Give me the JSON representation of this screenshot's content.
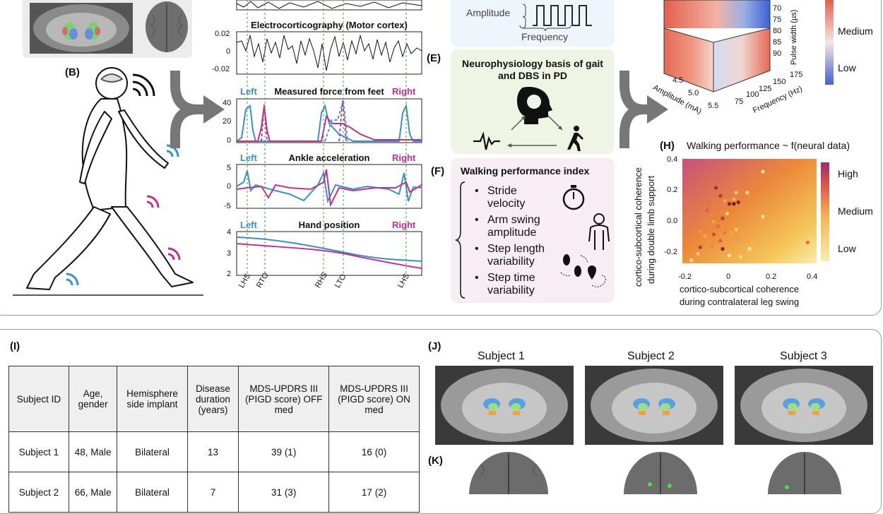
{
  "panel_labels": {
    "B": "(B)",
    "E": "(E)",
    "F": "(F)",
    "H": "(H)",
    "I": "(I)",
    "J": "(J)",
    "K": "(K)"
  },
  "signals": {
    "ecog_title": "Electrocorticography (Motor cortex)",
    "ecog_yticks": [
      "0.02",
      "0",
      "-0.02"
    ],
    "force_title": "Measured force from feet",
    "force_yticks": [
      "40",
      "20",
      "0"
    ],
    "accel_title": "Ankle acceleration",
    "accel_yticks": [
      "5",
      "0",
      "-5"
    ],
    "hand_title": "Hand position",
    "hand_yticks": [
      "4",
      "3",
      "2"
    ],
    "left": "Left",
    "right": "Right",
    "events": [
      "LHS",
      "RTO",
      "RHS",
      "LTO",
      "LHS"
    ]
  },
  "stim": {
    "amplitude": "Amplitude",
    "frequency": "Frequency"
  },
  "neuro": {
    "title": "Neurophysiology basis of gait and DBS in PD"
  },
  "wpi": {
    "title": "Walking performance index",
    "items": [
      "Stride velocity",
      "Arm swing amplitude",
      "Step length variability",
      "Step time variability"
    ]
  },
  "cube": {
    "ylabel": "Pulse width (µs)",
    "yticks": [
      "70",
      "75",
      "80",
      "85",
      "90"
    ],
    "amp_label": "Amplitude (mA)",
    "amp_ticks": [
      "4.5",
      "5.0",
      "5.5"
    ],
    "freq_label": "Frequency (Hz)",
    "freq_ticks": [
      "75",
      "100",
      "125",
      "150",
      "175"
    ],
    "legend": [
      "Medium",
      "Low"
    ]
  },
  "scatter": {
    "title": "Walking performance ~ f(neural data)",
    "xlabel": [
      "cortico-subcortical coherence",
      "during contralateral leg swing"
    ],
    "ylabel": [
      "cortico-subcortical coherence",
      "during double limb support"
    ],
    "xticks": [
      "-0.2",
      "0",
      "0.2",
      "0.4"
    ],
    "yticks": [
      "0.4",
      "0.2",
      "0.0",
      "-0.2"
    ],
    "legend": [
      "High",
      "Medium",
      "Low"
    ]
  },
  "chart_data": {
    "type": "scatter",
    "xlim": [
      -0.2,
      0.4
    ],
    "ylim": [
      -0.25,
      0.4
    ],
    "points": [
      {
        "x": -0.05,
        "y": 0.22,
        "c": 0.9
      },
      {
        "x": -0.03,
        "y": 0.17,
        "c": 0.85
      },
      {
        "x": 0.01,
        "y": 0.12,
        "c": 0.95
      },
      {
        "x": 0.03,
        "y": 0.12,
        "c": 1.0
      },
      {
        "x": 0.05,
        "y": 0.13,
        "c": 0.95
      },
      {
        "x": -0.01,
        "y": 0.14,
        "c": 0.5
      },
      {
        "x": 0.03,
        "y": 0.15,
        "c": 0.4
      },
      {
        "x": 0.09,
        "y": 0.19,
        "c": 0.2
      },
      {
        "x": 0.04,
        "y": 0.19,
        "c": 0.3
      },
      {
        "x": -0.08,
        "y": 0.13,
        "c": 0.7
      },
      {
        "x": -0.09,
        "y": 0.08,
        "c": 0.75
      },
      {
        "x": -0.07,
        "y": 0.05,
        "c": 0.6
      },
      {
        "x": -0.06,
        "y": 0.01,
        "c": 0.5
      },
      {
        "x": -0.02,
        "y": 0.03,
        "c": 0.85
      },
      {
        "x": 0.0,
        "y": 0.06,
        "c": 0.2
      },
      {
        "x": -0.04,
        "y": -0.02,
        "c": 0.7
      },
      {
        "x": -0.01,
        "y": -0.03,
        "c": 0.6
      },
      {
        "x": -0.12,
        "y": -0.05,
        "c": 0.55
      },
      {
        "x": -0.1,
        "y": -0.08,
        "c": 0.5
      },
      {
        "x": -0.06,
        "y": -0.07,
        "c": 0.8
      },
      {
        "x": -0.01,
        "y": -0.06,
        "c": 0.65
      },
      {
        "x": 0.02,
        "y": -0.06,
        "c": 0.5
      },
      {
        "x": 0.04,
        "y": -0.04,
        "c": 0.3
      },
      {
        "x": -0.03,
        "y": -0.11,
        "c": 0.75
      },
      {
        "x": -0.07,
        "y": -0.14,
        "c": 0.6
      },
      {
        "x": -0.12,
        "y": -0.15,
        "c": 0.85
      },
      {
        "x": -0.02,
        "y": -0.16,
        "c": 0.95
      },
      {
        "x": 0.05,
        "y": -0.1,
        "c": 0.55
      },
      {
        "x": 0.01,
        "y": -0.2,
        "c": 0.05
      },
      {
        "x": 0.1,
        "y": -0.16,
        "c": 0.05
      },
      {
        "x": 0.06,
        "y": -0.21,
        "c": 0.2
      },
      {
        "x": -0.13,
        "y": -0.19,
        "c": 0.3
      },
      {
        "x": -0.16,
        "y": -0.23,
        "c": 0.1
      },
      {
        "x": 0.16,
        "y": 0.04,
        "c": 0.1
      },
      {
        "x": 0.16,
        "y": 0.32,
        "c": 0.1
      },
      {
        "x": 0.36,
        "y": -0.12,
        "c": 0.7
      }
    ]
  },
  "table": {
    "headers": [
      "Subject ID",
      "Age, gender",
      "Hemisphere side implant",
      "Disease duration (years)",
      "MDS-UPDRS III (PIGD score) OFF med",
      "MDS-UPDRS III (PIGD score) ON med"
    ],
    "rows": [
      [
        "Subject 1",
        "48, Male",
        "Bilateral",
        "13",
        "39 (1)",
        "16 (0)"
      ],
      [
        "Subject 2",
        "66, Male",
        "Bilateral",
        "7",
        "31 (3)",
        "17 (2)"
      ]
    ]
  },
  "mri": {
    "subjects": [
      "Subject 1",
      "Subject 2",
      "Subject 3"
    ]
  },
  "colors": {
    "left": "#3a8fc4",
    "right": "#c0328a",
    "event_line": "#4a9a3a"
  }
}
